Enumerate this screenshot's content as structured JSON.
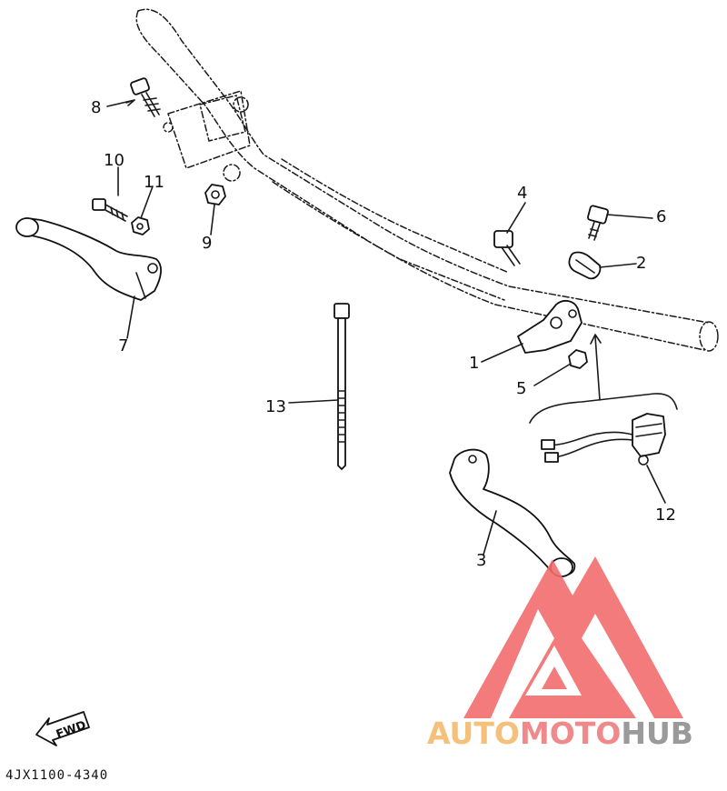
{
  "callouts": {
    "c1": "1",
    "c2": "2",
    "c3": "3",
    "c4": "4",
    "c5": "5",
    "c6": "6",
    "c7": "7",
    "c8": "8",
    "c9": "9",
    "c10": "10",
    "c11": "11",
    "c12": "12",
    "c13": "13"
  },
  "part_code": "4JX1100-4340",
  "fwd_label": "FWD",
  "watermark": {
    "part1": "AUTO",
    "part2": "MOTO",
    "part3": "HUB",
    "colors": {
      "auto": "#f5c07a",
      "moto": "#f08a8a",
      "hub": "#9a9a9a",
      "logo": "#f26d6d"
    }
  }
}
